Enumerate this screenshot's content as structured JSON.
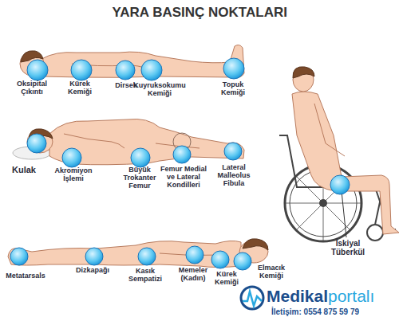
{
  "diagram": {
    "title": "YARA BASINÇ NOKTALARI",
    "labels": [
      "Oksipital Çıkıntı",
      "Kürek Kemiği",
      "Dirsek",
      "Kuyruksokumu Kemiği",
      "Topuk Kemiği",
      "Kulak",
      "Akromiyon İşlemi",
      "Büyük Trokanter Femur",
      "Femur Medial ve Lateral Kondilleri",
      "Lateral Malleolus Fibula",
      "İskiyal Tüberkül",
      "Metatarsals",
      "Dizkapağı",
      "Kasık Sempatizi",
      "Memeler (Kadın)",
      "Kürek Kemiği",
      "Elmacık Kemiği",
      "Medikal",
      "portalı",
      "İletişim: 0554 875 59 79"
    ]
  }
}
